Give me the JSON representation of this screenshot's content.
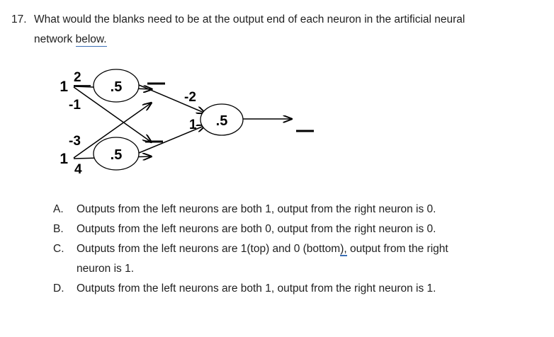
{
  "question": {
    "number": "17.",
    "line1": "What would the blanks need to be at the output end of each neuron in the artificial neural",
    "line2_before": "network ",
    "line2_underlined": "below."
  },
  "diagram": {
    "inputs": [
      {
        "name": "input-top",
        "value": "1"
      },
      {
        "name": "input-bottom",
        "value": "1"
      }
    ],
    "hidden_neurons": [
      {
        "name": "hidden-neuron-top",
        "threshold": ".5",
        "blank": "—"
      },
      {
        "name": "hidden-neuron-bottom",
        "threshold": ".5",
        "blank": "—"
      }
    ],
    "output_neuron": {
      "name": "output-neuron",
      "threshold": ".5",
      "blank": "—"
    },
    "weights": {
      "input_top_to_hidden_top": "2",
      "input_bottom_to_hidden_top": "-1",
      "input_top_to_hidden_bottom": "-3",
      "input_bottom_to_hidden_bottom": "4",
      "hidden_top_to_output": "-2",
      "hidden_bottom_to_output": "1"
    },
    "stroke_color": "#000000"
  },
  "options": [
    {
      "letter": "A.",
      "text": "Outputs from the left neurons are both 1, output from the right neuron is 0.",
      "continuation": ""
    },
    {
      "letter": "B.",
      "text": "Outputs from the left neurons are both 0, output from the right neuron is 0.",
      "continuation": ""
    },
    {
      "letter": "C.",
      "text_before": "Outputs from the left neurons are 1(top) and 0 (bottom",
      "text_marked": "),",
      "text_after": " output from the right",
      "continuation": "neuron is 1."
    },
    {
      "letter": "D.",
      "text": "Outputs from the left neurons are both 1, output from the right neuron is 1.",
      "continuation": ""
    }
  ]
}
